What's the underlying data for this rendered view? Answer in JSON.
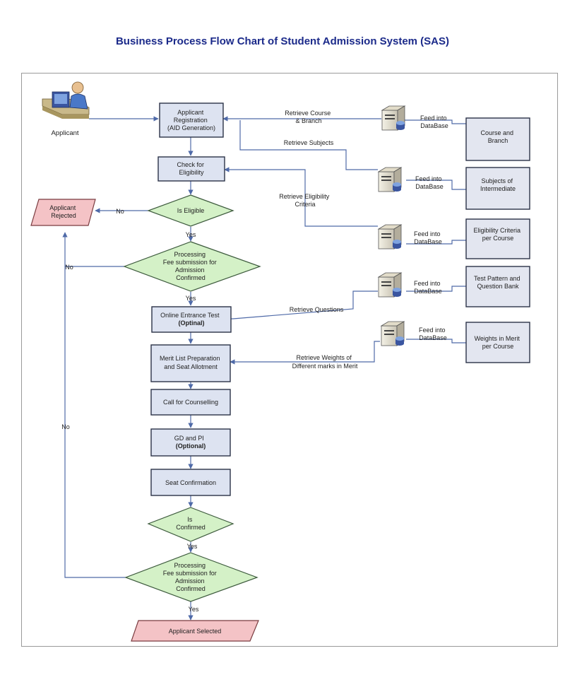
{
  "title": "Business Process Flow Chart of Student Admission System (SAS)",
  "actor": {
    "label": "Applicant"
  },
  "process_boxes": {
    "registration": [
      "Applicant",
      "Registration",
      "(AID Generation)"
    ],
    "eligibility": [
      "Check for",
      "Eligibility"
    ],
    "entrance_test": [
      "Online Entrance Test",
      "(Optinal)"
    ],
    "merit_list": [
      "Merit List Preparation",
      "and Seat Allotment"
    ],
    "counselling": [
      "Call for Counselling"
    ],
    "gd_pi": [
      "GD and PI",
      "(Optional)"
    ],
    "seat_confirmation": [
      "Seat Confirmation"
    ]
  },
  "decisions": {
    "is_eligible": [
      "Is Eligible"
    ],
    "fee_1": [
      "Processing",
      "Fee submission for",
      "Admission",
      "Confirmed"
    ],
    "is_confirmed": [
      "Is",
      "Confirmed"
    ],
    "fee_2": [
      "Processing",
      "Fee submission for",
      "Admission",
      "Confirmed"
    ]
  },
  "terminals": {
    "rejected": [
      "Applicant",
      "Rejected"
    ],
    "selected": [
      "Applicant Selected"
    ]
  },
  "edge_labels": {
    "no_1": "No",
    "no_2": "No",
    "no_3": "No",
    "yes_1": "Yes",
    "yes_2": "Yes",
    "yes_3": "Yes",
    "yes_4": "Yes"
  },
  "retrieve_labels": {
    "course": [
      "Retrieve Course",
      "& Branch"
    ],
    "subjects": [
      "Retrieve Subjects"
    ],
    "eligibility": [
      "Retrieve Eligibility",
      "Criteria"
    ],
    "questions": [
      "Retrieve Questions"
    ],
    "weights": [
      "Retrieve Weights of",
      "Different marks in Merit"
    ]
  },
  "feed_label": [
    "Feed into",
    "DataBase"
  ],
  "data_boxes": {
    "course_branch": [
      "Course and",
      "Branch"
    ],
    "subjects": [
      "Subjects of",
      "Intermediate"
    ],
    "criteria": [
      "Eligibility Criteria",
      "per Course"
    ],
    "test_pattern": [
      "Test Pattern and",
      "Question Bank"
    ],
    "weights": [
      "Weights in Merit",
      "per Course"
    ]
  },
  "colors": {
    "title": "#1b2a8a",
    "process_fill": "#dde3f1",
    "decision_fill": "#d4f1c7",
    "terminal_fill": "#f4c3c6",
    "connector": "#4f6aa8"
  },
  "icons": [
    "applicant-person-icon",
    "database-server-icon"
  ]
}
